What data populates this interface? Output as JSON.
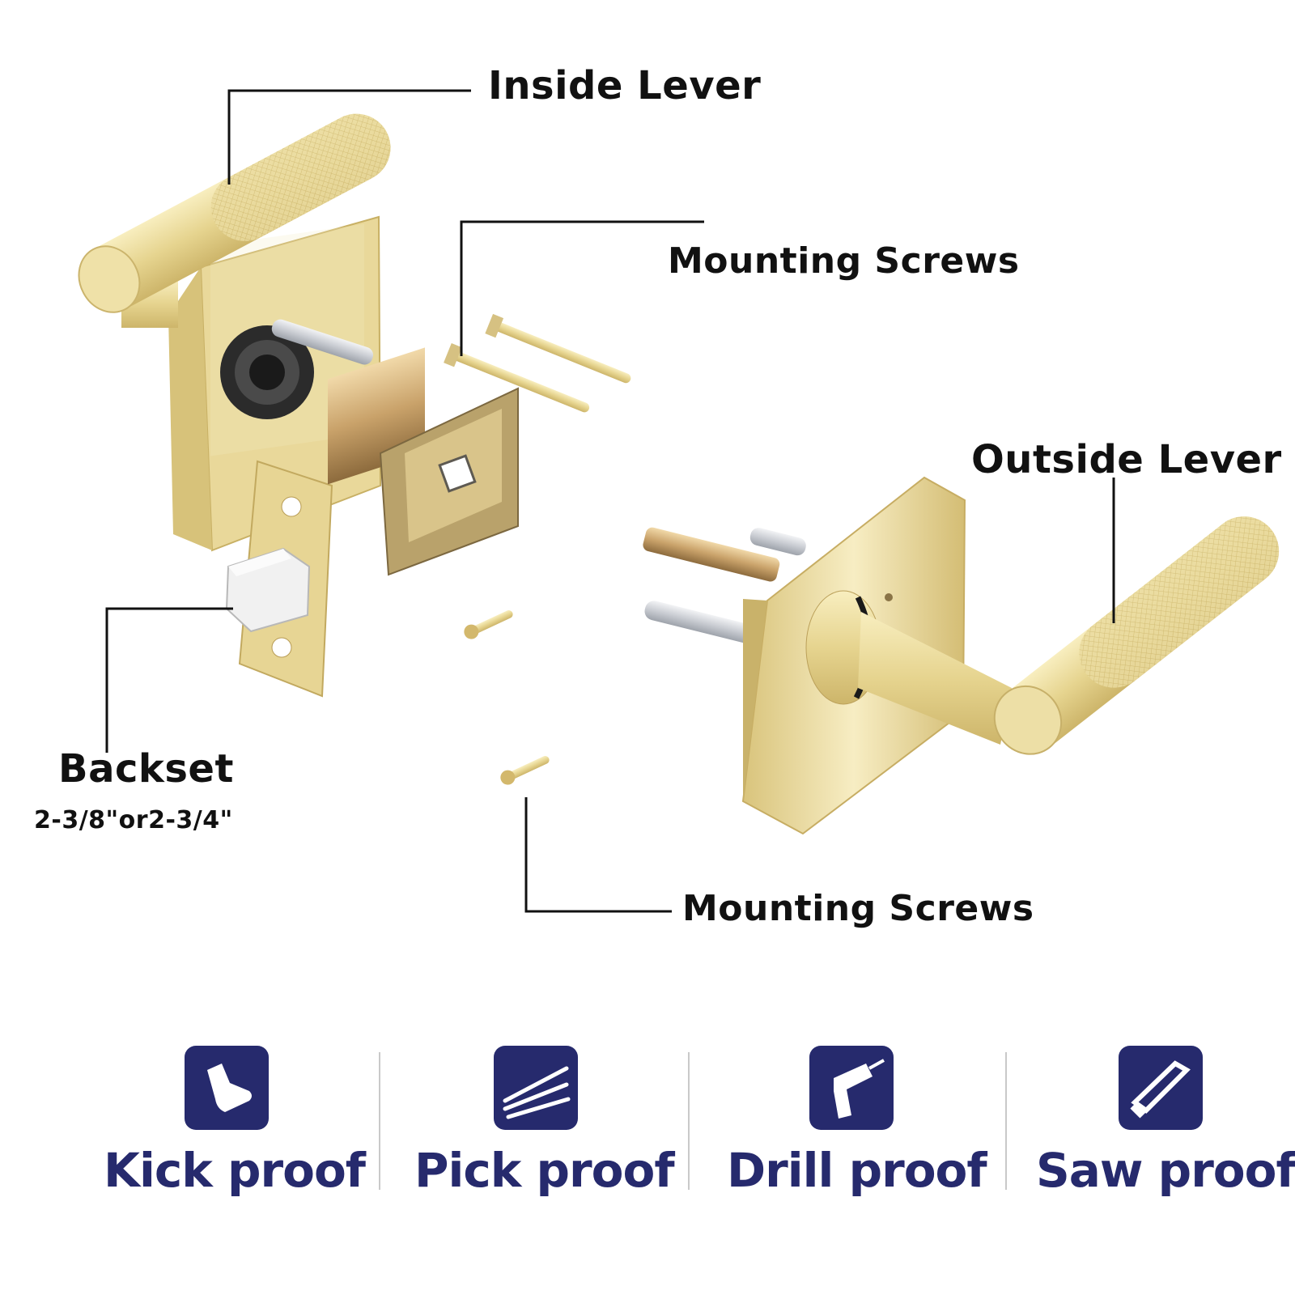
{
  "callouts": {
    "inside_lever": "Inside Lever",
    "mounting_screws_top": "Mounting Screws",
    "outside_lever": "Outside Lever",
    "backset_title": "Backset",
    "backset_value": "2-3/8\"or2-3/4\"",
    "mounting_screws_bottom": "Mounting Screws"
  },
  "features": [
    {
      "label": "Kick proof",
      "icon": "boot-icon"
    },
    {
      "label": "Pick proof",
      "icon": "lockpick-icon"
    },
    {
      "label": "Drill proof",
      "icon": "drill-icon"
    },
    {
      "label": "Saw proof",
      "icon": "hacksaw-icon"
    }
  ],
  "colors": {
    "accent": "#262a6d",
    "brass": "#e8d79c",
    "leader": "#111111"
  }
}
